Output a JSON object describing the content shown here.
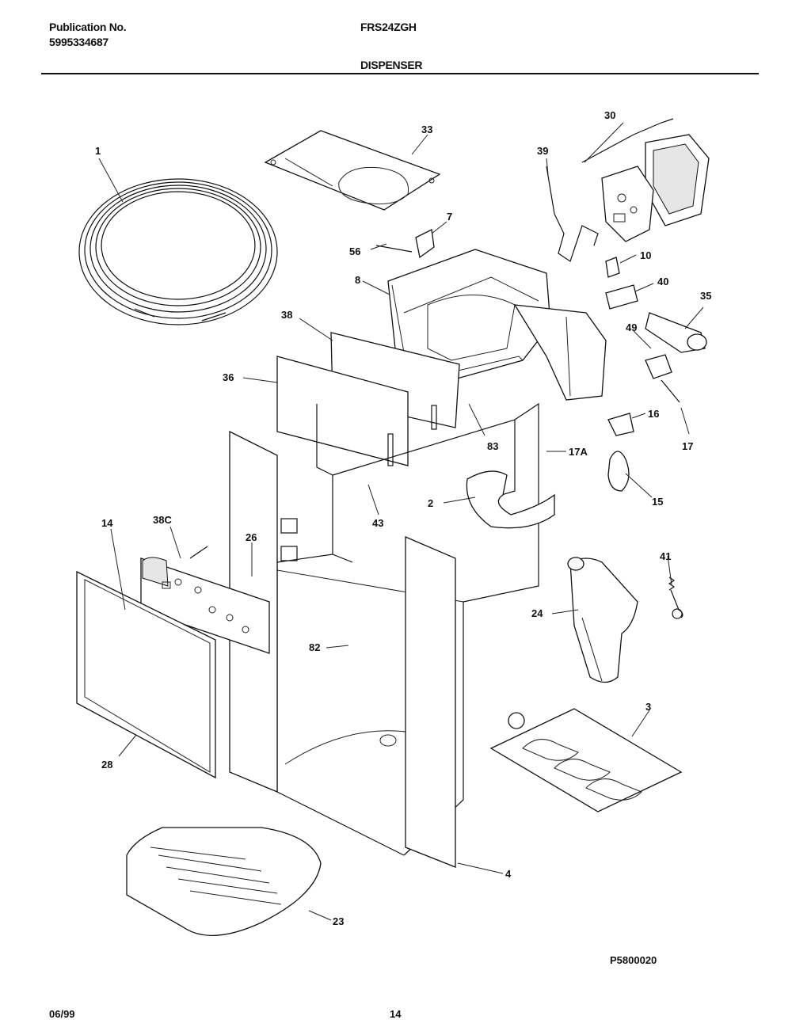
{
  "header": {
    "publication_label": "Publication No.",
    "publication_number": "5995334687",
    "model": "FRS24ZGH",
    "section": "DISPENSER"
  },
  "footer": {
    "date": "06/99",
    "page": "14",
    "figure_code": "P5800020"
  },
  "callouts": [
    "1",
    "33",
    "30",
    "39",
    "7",
    "56",
    "10",
    "8",
    "40",
    "35",
    "38",
    "49",
    "36",
    "83",
    "16",
    "17",
    "17A",
    "15",
    "2",
    "43",
    "38C",
    "14",
    "26",
    "41",
    "24",
    "82",
    "3",
    "28",
    "4",
    "23"
  ]
}
